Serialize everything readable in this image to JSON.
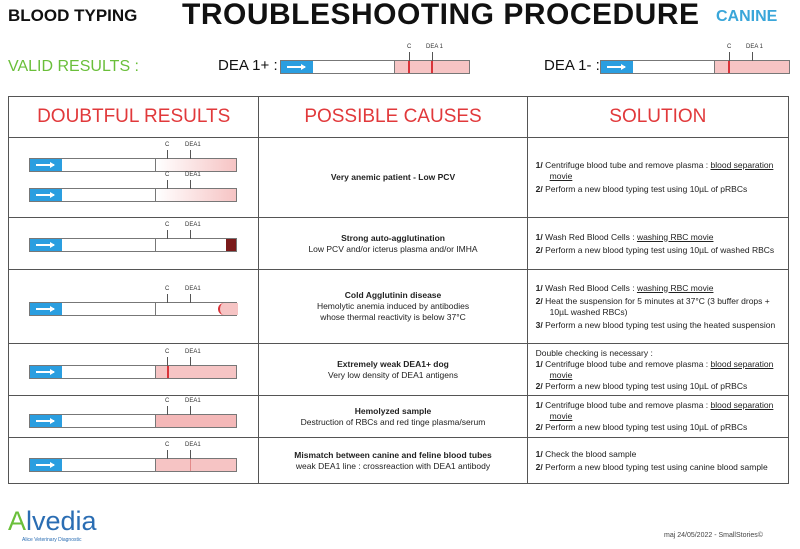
{
  "header": {
    "left": "BLOOD TYPING",
    "title": "TROUBLESHOOTING PROCEDURE",
    "right": "CANINE"
  },
  "valid": {
    "label": "VALID RESULTS :",
    "pos_label": "DEA 1+ :",
    "neg_label": "DEA 1- :",
    "tick_c": "C",
    "tick_dea1": "DEA 1"
  },
  "columns": [
    "DOUBTFUL RESULTS",
    "POSSIBLE CAUSES",
    "SOLUTION"
  ],
  "strip_ticks": {
    "c": "C",
    "dea1": "DEA1"
  },
  "rows": [
    {
      "cause_title": "",
      "cause_line1": "Very anemic patient - Low PCV",
      "cause_line2": "",
      "cause_line3": "",
      "items": [
        {
          "num": "1/",
          "text": "Centrifuge blood tube and remove plasma : ",
          "link": "blood separation movie"
        },
        {
          "num": "2/",
          "text": "Perform a new blood typing test using 10µL of pRBCs",
          "link": ""
        }
      ]
    },
    {
      "cause_title": "Strong auto-agglutination",
      "cause_line1": "Low PCV and/or icterus plasma and/or IMHA",
      "cause_line2": "",
      "cause_line3": "",
      "items": [
        {
          "num": "1/",
          "text": "Wash Red Blood Cells : ",
          "link": "washing RBC movie"
        },
        {
          "num": "2/",
          "text": "Perform a new blood typing test using 10µL of washed RBCs",
          "link": ""
        }
      ]
    },
    {
      "cause_title": "Cold Agglutinin disease",
      "cause_line1": "Hemolytic anemia induced by antibodies",
      "cause_line2": "whose thermal reactivity is below 37°C",
      "cause_line3": "",
      "items": [
        {
          "num": "1/",
          "text": "Wash Red Blood Cells : ",
          "link": "washing RBC movie"
        },
        {
          "num": "2/",
          "text": "Heat the suspension for 5 minutes at 37°C (3 buffer drops + 10µL washed RBCs)",
          "link": ""
        },
        {
          "num": "3/",
          "text": "Perform a new blood typing test using the heated suspension",
          "link": ""
        }
      ]
    },
    {
      "cause_title": "Extremely weak DEA1+ dog",
      "cause_line1": "Very low density of DEA1 antigens",
      "cause_line2": "",
      "cause_line3": "",
      "intro": "Double checking is necessary :",
      "items": [
        {
          "num": "1/",
          "text": "Centrifuge blood tube and remove plasma : ",
          "link": "blood separation movie"
        },
        {
          "num": "2/",
          "text": "Perform a new blood typing test using 10µL of pRBCs",
          "link": ""
        }
      ]
    },
    {
      "cause_title": "Hemolyzed sample",
      "cause_line1": "Destruction of RBCs and red tinge plasma/serum",
      "cause_line2": "",
      "cause_line3": "",
      "items": [
        {
          "num": "1/",
          "text": "Centrifuge blood tube and remove plasma : ",
          "link": "blood separation movie"
        },
        {
          "num": "2/",
          "text": "Perform a new blood typing test using 10µL of pRBCs",
          "link": ""
        }
      ]
    },
    {
      "cause_title": "Mismatch between canine and feline blood tubes",
      "cause_line1": "weak DEA1 line : crossreaction with DEA1 antibody",
      "cause_line2": "",
      "cause_line3": "",
      "items": [
        {
          "num": "1/",
          "text": "Check the blood sample",
          "link": ""
        },
        {
          "num": "2/",
          "text": "Perform a new blood typing test using canine blood sample",
          "link": ""
        }
      ]
    }
  ],
  "footer": {
    "logo_a": "A",
    "logo_rest": "lvedia",
    "sub": "Alice Veterinary Diagnostic",
    "right": "maj 24/05/2022 - SmallStories©"
  },
  "colors": {
    "red": "#e1393b",
    "blue": "#2a9ee0",
    "green": "#6abf3a",
    "pink": "#f6c4c4",
    "line": "#d9343a"
  }
}
